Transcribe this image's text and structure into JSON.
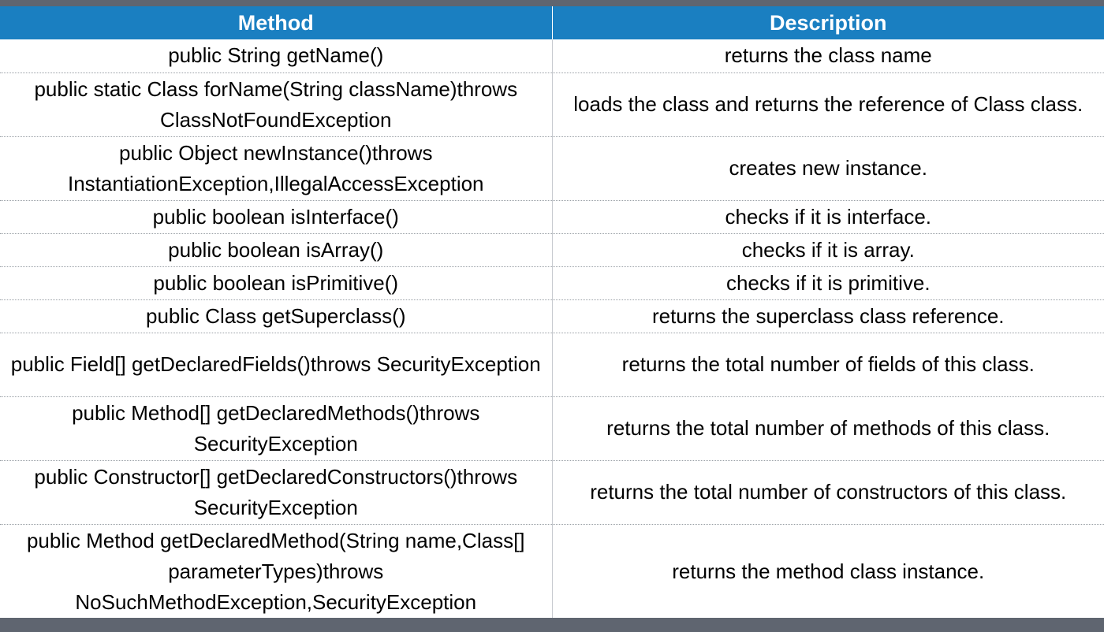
{
  "table": {
    "headers": [
      "Method",
      "Description"
    ],
    "rows": [
      {
        "method": "public String getName()",
        "description": "returns the class name"
      },
      {
        "method": "public static Class forName(String className)throws ClassNotFoundException",
        "description": "loads the class and returns the reference of Class class."
      },
      {
        "method": "public Object newInstance()throws InstantiationException,IllegalAccessException",
        "description": "creates new instance."
      },
      {
        "method": "public boolean isInterface()",
        "description": "checks if it is interface."
      },
      {
        "method": "public boolean isArray()",
        "description": "checks if it is array."
      },
      {
        "method": "public boolean isPrimitive()",
        "description": "checks if it is primitive."
      },
      {
        "method": "public Class getSuperclass()",
        "description": "returns the superclass class reference."
      },
      {
        "method": "public Field[] getDeclaredFields()throws SecurityException",
        "description": "returns the total number of fields of this class."
      },
      {
        "method": "public Method[] getDeclaredMethods()throws SecurityException",
        "description": "returns the total number of methods of this class."
      },
      {
        "method": "public Constructor[] getDeclaredConstructors()throws SecurityException",
        "description": "returns the total number of constructors of this class."
      },
      {
        "method": "public Method getDeclaredMethod(String name,Class[] parameterTypes)throws NoSuchMethodException,SecurityException",
        "description": "returns the method class instance."
      }
    ]
  },
  "colors": {
    "header_background": "#1a7fc1",
    "header_text": "#ffffff",
    "frame": "#5f6570"
  }
}
